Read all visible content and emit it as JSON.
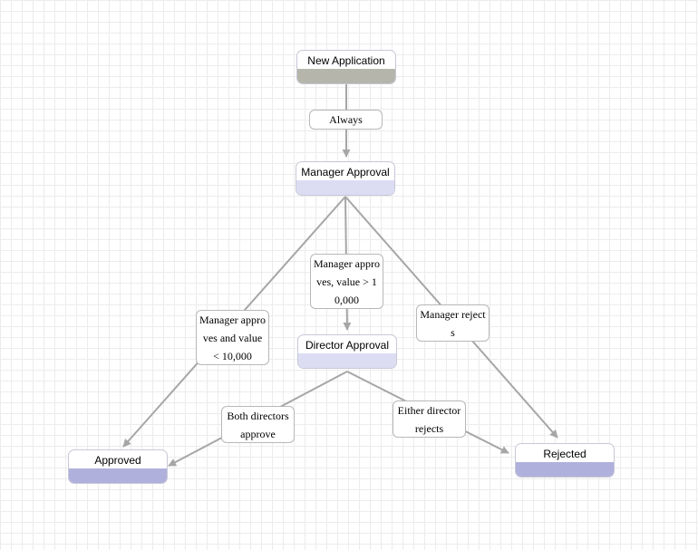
{
  "diagram": {
    "colors": {
      "edge": "#a6a6a6",
      "band_start": "#b5b5ab",
      "band_pending": "#dcdcf3",
      "band_final": "#b0b0dc"
    },
    "nodes": [
      {
        "id": "new-application",
        "label": "New Application",
        "band": "#b5b5ab"
      },
      {
        "id": "manager-approval",
        "label": "Manager Approval",
        "band": "#dcdcf3"
      },
      {
        "id": "director-approval",
        "label": "Director Approval",
        "band": "#dcdcf3"
      },
      {
        "id": "approved",
        "label": "Approved",
        "band": "#b0b0dc"
      },
      {
        "id": "rejected",
        "label": "Rejected",
        "band": "#b0b0dc"
      }
    ],
    "edges": [
      {
        "id": "always",
        "from": "new-application",
        "to": "manager-approval",
        "label": "Always"
      },
      {
        "id": "manager-approves-high",
        "from": "manager-approval",
        "to": "director-approval",
        "label": "Manager approves, value > 10,000"
      },
      {
        "id": "manager-approves-low",
        "from": "manager-approval",
        "to": "approved",
        "label": "Manager approves and value < 10,000"
      },
      {
        "id": "manager-rejects",
        "from": "manager-approval",
        "to": "rejected",
        "label": "Manager rejects"
      },
      {
        "id": "both-directors-approve",
        "from": "director-approval",
        "to": "approved",
        "label": "Both directors approve"
      },
      {
        "id": "either-director-rejects",
        "from": "director-approval",
        "to": "rejected",
        "label": "Either director rejects"
      }
    ]
  }
}
